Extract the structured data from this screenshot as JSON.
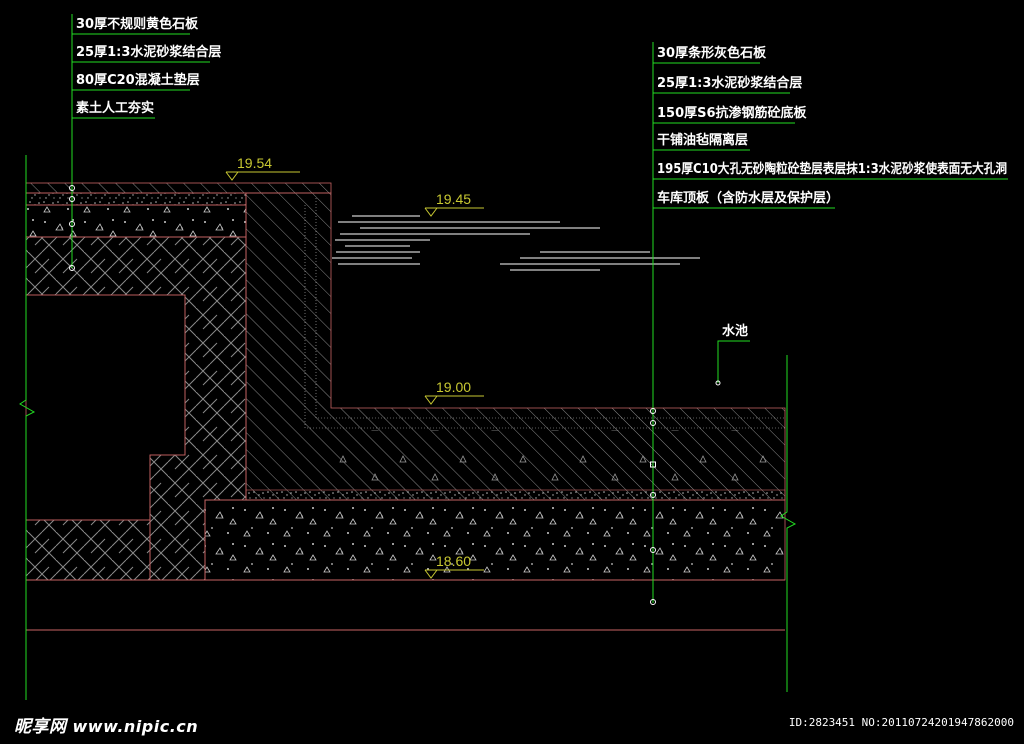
{
  "left_callout": {
    "items": [
      "30厚不规则黄色石板",
      "25厚1:3水泥砂浆结合层",
      "80厚C20混凝土垫层",
      "素土人工夯实"
    ]
  },
  "right_callout": {
    "items": [
      "30厚条形灰色石板",
      "25厚1:3水泥砂浆结合层",
      "150厚S6抗渗钢筋砼底板",
      "干铺油毡隔离层",
      "195厚C10大孔无砂陶粒砼垫层表层抹1:3水泥砂浆使表面无大孔洞",
      "车库顶板（含防水层及保护层）"
    ]
  },
  "pool_label": "水池",
  "elevations": {
    "top_ground": "19.54",
    "water_level": "19.45",
    "pool_bottom": "19.00",
    "base": "18.60"
  },
  "watermark": {
    "brand": "昵享网",
    "site": "www.nipic.cn",
    "id_text": "ID:2823451 NO:20110724201947862000"
  },
  "colors": {
    "background": "#000000",
    "leader": "#22dd22",
    "text": "#ffffff",
    "elevation": "#c8c832",
    "outline": "#c86464",
    "hatch": "#9a9a9a"
  }
}
